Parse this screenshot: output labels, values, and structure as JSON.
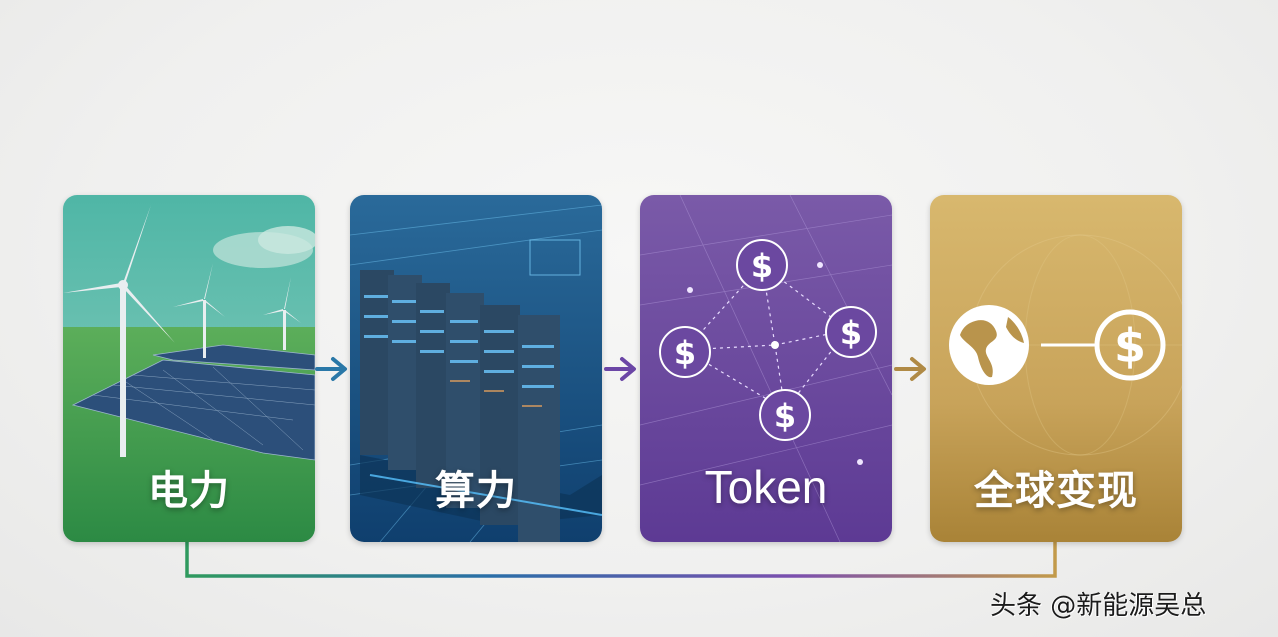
{
  "flow": {
    "steps": [
      {
        "id": "power",
        "label": "电力",
        "theme": "wind turbines and solar panels on green field",
        "color": "#2f9a5e"
      },
      {
        "id": "compute",
        "label": "算力",
        "theme": "server racks in blue data center",
        "color": "#2a6ea8"
      },
      {
        "id": "token",
        "label": "Token",
        "theme": "network of dollar coin nodes",
        "color": "#7b4fae"
      },
      {
        "id": "monetize",
        "label": "全球变现",
        "theme": "globe linked to dollar coin",
        "color": "#c29a4a"
      }
    ],
    "arrows": [
      {
        "from": "power",
        "to": "compute",
        "color": "#2a78a8"
      },
      {
        "from": "compute",
        "to": "token",
        "color": "#6b46a6"
      },
      {
        "from": "token",
        "to": "monetize",
        "color": "#b08a45"
      }
    ],
    "feedback_loop": {
      "from": "monetize",
      "to": "power",
      "colors": [
        "#2f9a5e",
        "#2a6ea8",
        "#7b4fae",
        "#c29a4a"
      ]
    }
  },
  "watermark": "头条 @新能源吴总"
}
